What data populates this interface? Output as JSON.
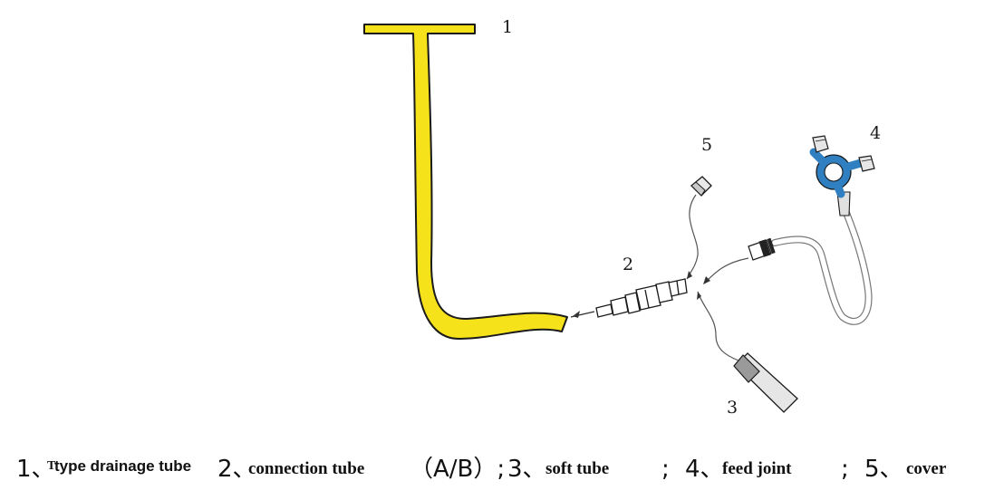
{
  "labels": {
    "part1": "1",
    "part2": "2",
    "part3": "3",
    "part4": "4",
    "part5": "5"
  },
  "caption": {
    "n1": "1、",
    "t_prefix": "T",
    "t1": " type drainage tube",
    "n2": "2、",
    "t2": "connection tube",
    "ab": "（A/B）;",
    "n3": "3、",
    "t3": "soft tube",
    "sep3": ";",
    "n4": "4、",
    "t4": "feed joint",
    "sep4": ";",
    "n5": "5、",
    "t5": "cover"
  },
  "colors": {
    "tube": "#f5e21b",
    "outline": "#1a1a1a",
    "joint_blue": "#2f7fc1",
    "connector_gray": "#9a9a9a"
  }
}
